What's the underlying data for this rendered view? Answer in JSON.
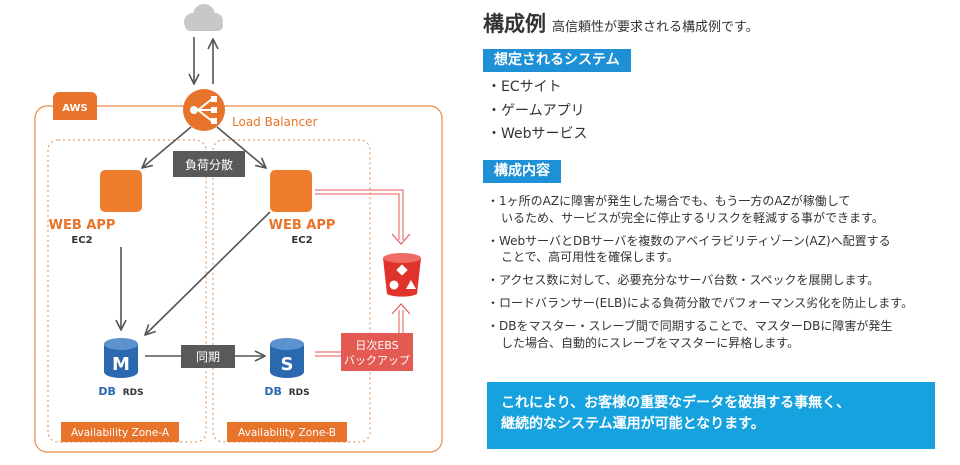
{
  "diagram": {
    "aws_label": "AWS",
    "load_balancer_label": "Load Balancer",
    "load_distribution_label": "負荷分散",
    "web_app_a": {
      "title": "WEB APP",
      "sub": "EC2"
    },
    "web_app_b": {
      "title": "WEB APP",
      "sub": "EC2"
    },
    "db_a": {
      "glyph": "M",
      "db": "DB",
      "rds": "RDS"
    },
    "db_b": {
      "glyph": "S",
      "db": "DB",
      "rds": "RDS"
    },
    "sync_label": "同期",
    "backup_label": [
      "日次EBS",
      "バックアップ"
    ],
    "zone_a_label": "Availability Zone-A",
    "zone_b_label": "Availability Zone-B",
    "colors": {
      "orange": "#e8732a",
      "orange_box": "#ef7d2e",
      "db_blue": "#2a68b0",
      "s3_red": "#e0332c",
      "label_bg": "#595959",
      "zone_border": "#e88c4a"
    },
    "icons": [
      "cloud-icon",
      "load-balancer-icon",
      "ec2-icon",
      "rds-icon",
      "s3-bucket-icon"
    ]
  },
  "panel": {
    "title": "構成例",
    "subtitle": "高信頼性が要求される構成例です。",
    "systems_heading": "想定されるシステム",
    "systems": [
      "・ECサイト",
      "・ゲームアプリ",
      "・Webサービス"
    ],
    "details_heading": "構成内容",
    "details": [
      "・1ヶ所のAZに障害が発生した場合でも、もう一方のAZが稼働して\nいるため、サービスが完全に停止するリスクを軽減する事ができます。",
      "・WebサーバとDBサーバを複数のアベイラビリティゾーン(AZ)へ配置する\nことで、高可用性を確保します。",
      "・アクセス数に対して、必要充分なサーバ台数・スペックを展開します。",
      "・ロードバランサー(ELB)による負荷分散でパフォーマンス劣化を防止します。",
      "・DBをマスター・スレーブ間で同期することで、マスターDBに障害が発生\nした場合、自動的にスレーブをマスターに昇格します。"
    ],
    "callout": "これにより、お客様の重要なデータを破損する事無く、\n継続的なシステム運用が可能となります。",
    "accent_color": "#1e90d6"
  }
}
